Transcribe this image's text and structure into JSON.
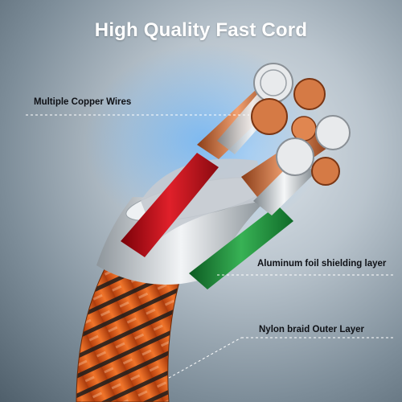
{
  "title": "High Quality Fast Cord",
  "labels": {
    "copper": "Multiple Copper Wires",
    "foil": "Aluminum foil shielding layer",
    "braid": "Nylon braid Outer Layer"
  },
  "colors": {
    "braid_orange": "#e8621a",
    "braid_black": "#1c1c1c",
    "foil": "#d7dce0",
    "wire_red": "#c8101a",
    "wire_green": "#1f8f3a",
    "copper": "#c96a3b",
    "silver": "#cfd4d8"
  }
}
